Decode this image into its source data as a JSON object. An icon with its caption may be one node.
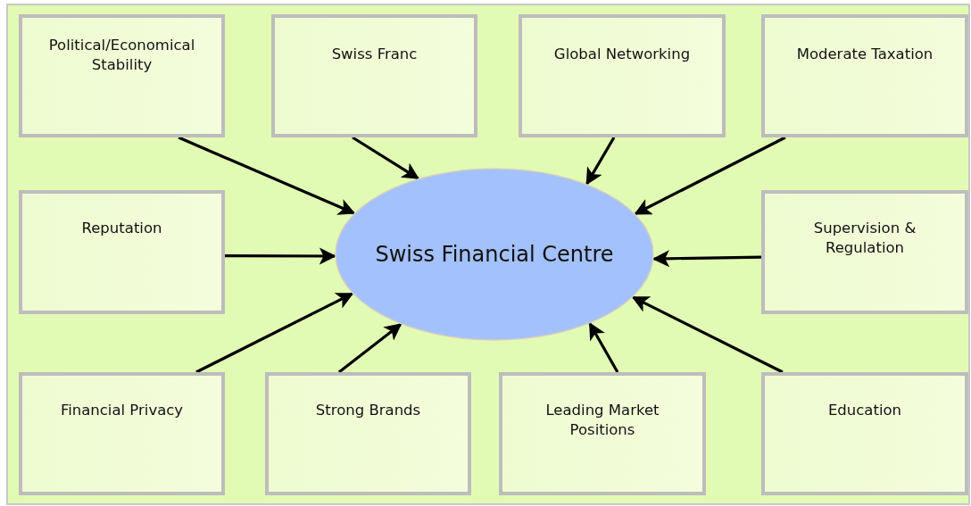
{
  "diagram": {
    "nodes": [
      {
        "text": [
          "Political/Economical Stability"
        ]
      },
      {
        "text": [
          "Swiss Franc"
        ]
      },
      {
        "text": [
          "Global Networking"
        ]
      },
      {
        "text": [
          "Moderate Taxation"
        ]
      },
      {
        "text": [
          "Reputation"
        ]
      },
      {
        "text": [
          "Swiss Financial Centre"
        ]
      },
      {
        "text": [
          "Supervision & Regulation"
        ]
      },
      {
        "text": [
          "Financial Privacy"
        ]
      },
      {
        "text": [
          "Strong Brands"
        ]
      },
      {
        "text": [
          "Leading Market Positions"
        ]
      },
      {
        "text": [
          "Education"
        ]
      }
    ],
    "edges": [
      {
        "from": 0,
        "to": 5,
        "arrow": "to"
      },
      {
        "from": 1,
        "to": 5,
        "arrow": "to"
      },
      {
        "from": 2,
        "to": 5,
        "arrow": "to"
      },
      {
        "from": 3,
        "to": 5,
        "arrow": "to"
      },
      {
        "from": 4,
        "to": 5,
        "arrow": "to"
      },
      {
        "from": 6,
        "to": 5,
        "arrow": "to"
      },
      {
        "from": 7,
        "to": 5,
        "arrow": "to"
      },
      {
        "from": 8,
        "to": 5,
        "arrow": "to"
      },
      {
        "from": 9,
        "to": 5,
        "arrow": "to"
      },
      {
        "from": 10,
        "to": 5,
        "arrow": "to"
      }
    ]
  }
}
